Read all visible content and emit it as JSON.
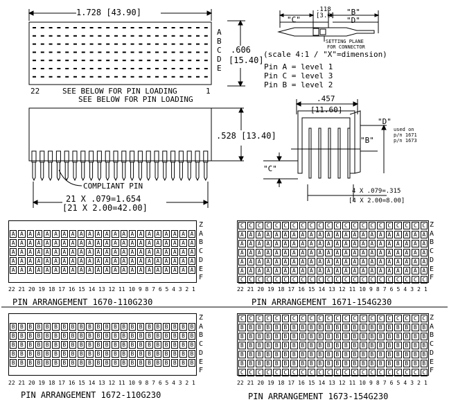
{
  "top": {
    "width_dim": "1.728 [43.90]",
    "height_dim": ".606",
    "height_dim_mm": "[15.40]",
    "row_letters": [
      "A",
      "B",
      "C",
      "D",
      "E"
    ],
    "pin_22": "22",
    "pin_1": "1",
    "pin_loading_1": "SEE BELOW FOR PIN LOADING",
    "pin_loading_2": "SEE BELOW FOR PIN LOADING",
    "side_height_dim": ".528 [13.40]",
    "compliant_pin": "COMPLIANT PIN",
    "pitch_dim_in": "21 X .079=1.654",
    "pitch_dim_mm": "[21 X 2.00=42.00]"
  },
  "pin_detail": {
    "c_label": "\"C\"",
    "dim_118": ".118",
    "dim_3": "[3.0]",
    "b_label": "\"B\"",
    "d_label": "\"D\"",
    "setting_plane_1": "SETTING PLANE",
    "setting_plane_2": "FOR CONNECTOR",
    "scale_note": "(scale 4:1 / \"X\"=dimension)",
    "pin_a": "Pin A = level 1",
    "pin_c": "Pin C = level 3",
    "pin_b": "Pin B = level 2"
  },
  "side_view": {
    "width_in": ".457",
    "width_mm": "[11.60]",
    "d_label": "\"D\"",
    "b_label": "\"B\"",
    "used_on_1": "used on",
    "used_on_2": "p/n 1671",
    "used_on_3": "p/n 1673",
    "c_label": "\"C\"",
    "pitch_in": "4 X .079=.315",
    "pitch_mm": "[4 X 2.00=8.00]"
  },
  "col_numbers": [
    "22",
    "21",
    "20",
    "19",
    "18",
    "17",
    "16",
    "15",
    "14",
    "13",
    "12",
    "11",
    "10",
    "9",
    "8",
    "7",
    "6",
    "5",
    "4",
    "3",
    "2",
    "1"
  ],
  "row_letters_zf": [
    "Z",
    "A",
    "B",
    "C",
    "D",
    "E",
    "F"
  ],
  "arrangements": [
    {
      "title": "PIN ARRANGEMENT 1670-110G230",
      "rows": [
        " ",
        "A",
        "A",
        "A",
        "A",
        "A",
        " "
      ]
    },
    {
      "title": "PIN ARRANGEMENT 1671-154G230",
      "rows": [
        "C",
        "A",
        "A",
        "A",
        "A",
        "A",
        "C"
      ]
    },
    {
      "title": "PIN ARRANGEMENT 1672-110G230",
      "rows": [
        " ",
        "B",
        "B",
        "B",
        "B",
        "B",
        " "
      ]
    },
    {
      "title": "PIN ARRANGEMENT 1673-154G230",
      "rows": [
        "C",
        "B",
        "B",
        "B",
        "B",
        "B",
        "C"
      ]
    }
  ]
}
